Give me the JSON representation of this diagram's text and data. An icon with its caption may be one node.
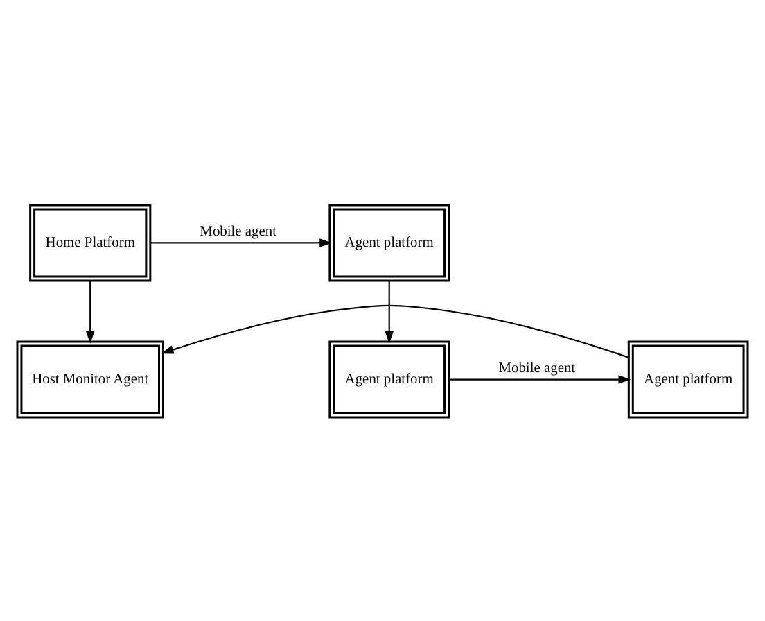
{
  "diagram": {
    "nodes": [
      {
        "text": [
          "Home Platform"
        ]
      },
      {
        "text": [
          "Agent platform"
        ]
      },
      {
        "text": [
          "Host Monitor Agent"
        ]
      },
      {
        "text": [
          "Agent platform"
        ]
      },
      {
        "text": [
          "Agent platform"
        ]
      }
    ],
    "edges": [
      {
        "from": 0,
        "to": 1,
        "arrow": "to",
        "label": "Mobile agent"
      },
      {
        "from": 0,
        "to": 2,
        "arrow": "to"
      },
      {
        "from": 1,
        "to": 4,
        "arrow": "to"
      },
      {
        "from": 4,
        "to": 3,
        "arrow": "to",
        "label": "Mobile agent"
      },
      {
        "from": 3,
        "to": 2,
        "arrow": "to"
      }
    ]
  }
}
